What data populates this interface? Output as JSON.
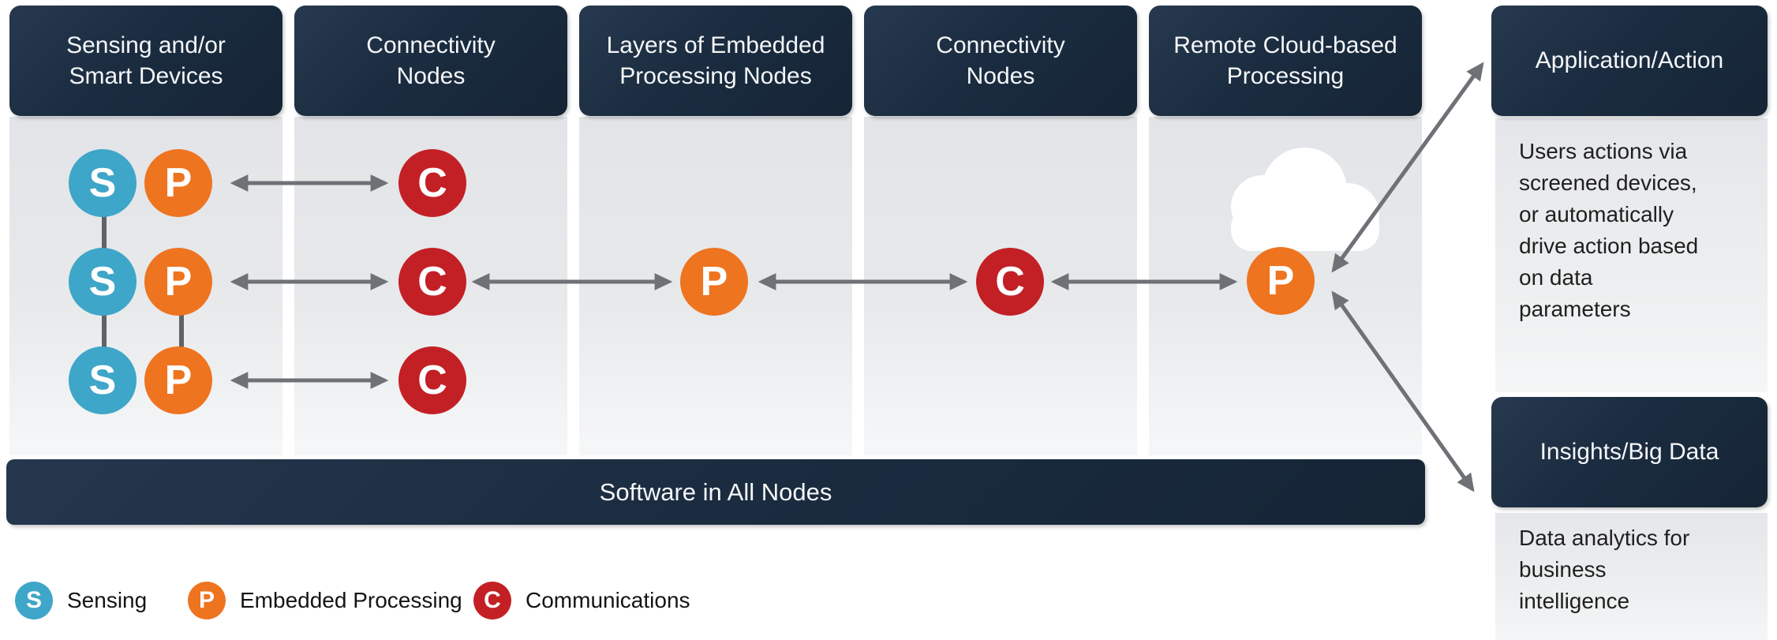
{
  "palette": {
    "navy": "#1b2c40",
    "sensing_blue": "#3ea6c8",
    "processing_orange": "#ee7420",
    "communications_red": "#c32026",
    "arrow_gray": "#6e7175",
    "column_gray": "#e7e9eb"
  },
  "headers": [
    {
      "id": "sensing-devices",
      "lines": [
        "Sensing and/or",
        "Smart Devices"
      ]
    },
    {
      "id": "connectivity-nodes-1",
      "lines": [
        "Connectivity",
        "Nodes"
      ]
    },
    {
      "id": "embedded-processing",
      "lines": [
        "Layers of Embedded",
        "Processing Nodes"
      ]
    },
    {
      "id": "connectivity-nodes-2",
      "lines": [
        "Connectivity",
        "Nodes"
      ]
    },
    {
      "id": "cloud-processing",
      "lines": [
        "Remote Cloud-based",
        "Processing"
      ]
    }
  ],
  "letters": {
    "sensing": "S",
    "processing": "P",
    "communications": "C"
  },
  "software_bar": {
    "label": "Software in All Nodes"
  },
  "right_panel": {
    "application": {
      "title": "Application/Action",
      "description_lines": [
        "Users actions via",
        "screened devices,",
        "or automatically",
        "drive action based",
        "on data",
        "parameters"
      ]
    },
    "insights": {
      "title": "Insights/Big Data",
      "description_lines": [
        "Data analytics for",
        "business",
        "intelligence"
      ]
    }
  },
  "legend": [
    {
      "letter": "S",
      "label": "Sensing"
    },
    {
      "letter": "P",
      "label": "Embedded Processing"
    },
    {
      "letter": "C",
      "label": "Communications"
    }
  ]
}
